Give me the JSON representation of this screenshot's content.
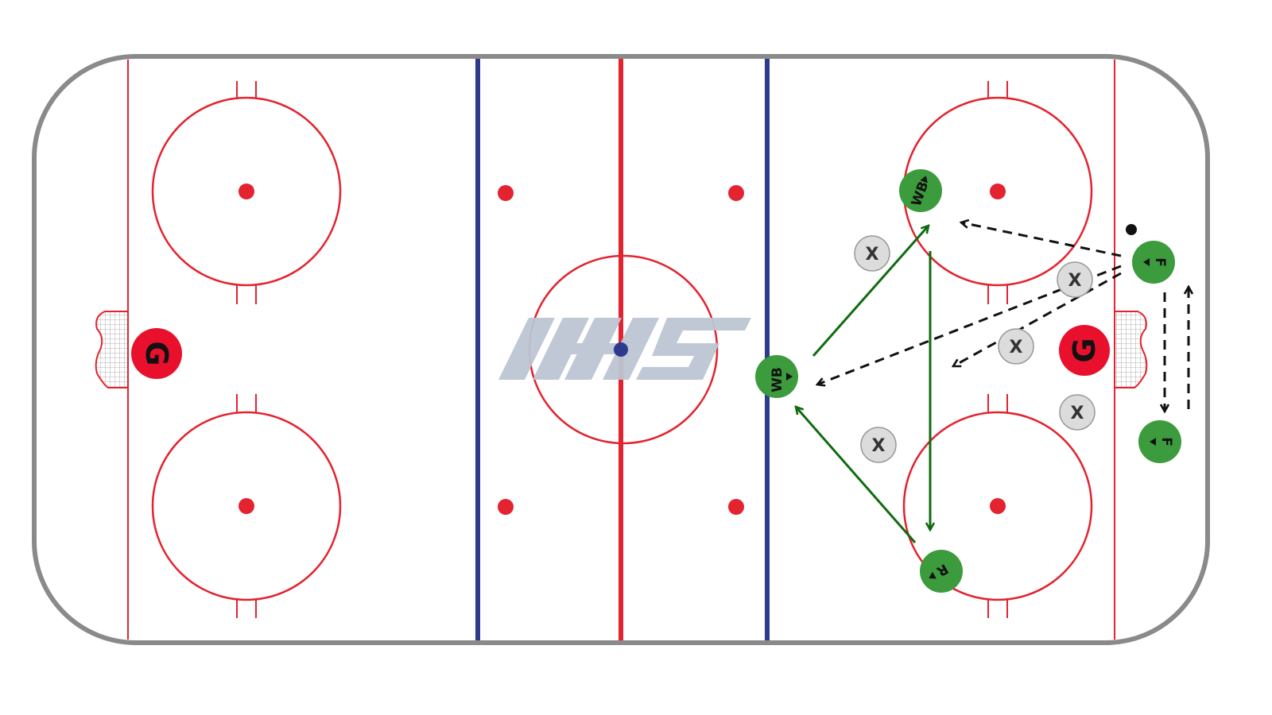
{
  "colors": {
    "boards": "#8a8a8a",
    "red_line": "#e3232f",
    "blue_line": "#2e3a8c",
    "player_fill": "#3c9b3c",
    "goalie_fill": "#e8102d",
    "opponent_fill": "#dcdcdc",
    "pass_line": "#0f6b0f",
    "skate_line": "#111111",
    "logo": "#bcc6d2"
  },
  "logo": {
    "icon": "hockey-association-logo"
  },
  "goalies": [
    {
      "id": "goalie-left",
      "label": "G"
    },
    {
      "id": "goalie-right",
      "label": "G"
    }
  ],
  "players": [
    {
      "id": "wb-top",
      "label": "WB"
    },
    {
      "id": "wb-point",
      "label": "WB"
    },
    {
      "id": "r-bottom",
      "label": "R"
    },
    {
      "id": "f-top",
      "label": "F"
    },
    {
      "id": "f-bottom",
      "label": "F"
    }
  ],
  "opponents": [
    {
      "id": "x-1",
      "label": "X"
    },
    {
      "id": "x-2",
      "label": "X"
    },
    {
      "id": "x-3",
      "label": "X"
    },
    {
      "id": "x-4",
      "label": "X"
    },
    {
      "id": "x-5",
      "label": "X"
    }
  ],
  "puck": {
    "icon": "puck-icon"
  }
}
